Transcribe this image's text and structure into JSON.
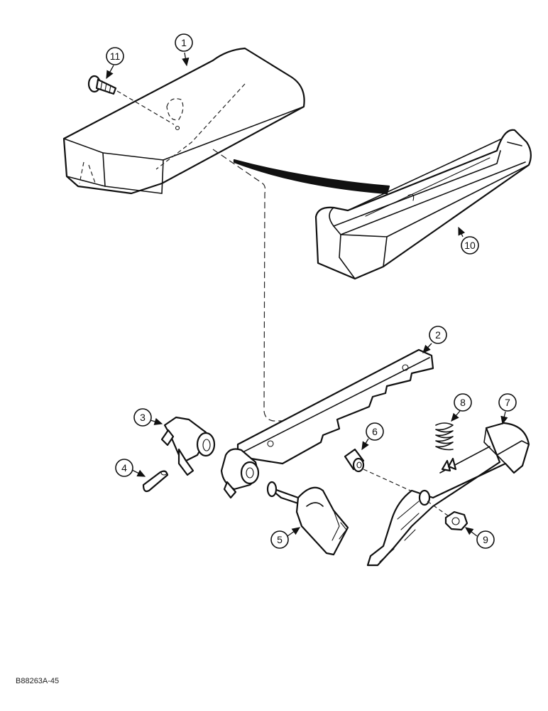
{
  "figure_reference": "B88263A-45",
  "callouts": [
    {
      "id": "part-1",
      "label": "1"
    },
    {
      "id": "part-2",
      "label": "2"
    },
    {
      "id": "part-3",
      "label": "3"
    },
    {
      "id": "part-4",
      "label": "4"
    },
    {
      "id": "part-5",
      "label": "5"
    },
    {
      "id": "part-6",
      "label": "6"
    },
    {
      "id": "part-7",
      "label": "7"
    },
    {
      "id": "part-8",
      "label": "8"
    },
    {
      "id": "part-9",
      "label": "9"
    },
    {
      "id": "part-10",
      "label": "10"
    },
    {
      "id": "part-11",
      "label": "11"
    }
  ],
  "colors": {
    "ink": "#111111",
    "paper": "#ffffff"
  }
}
